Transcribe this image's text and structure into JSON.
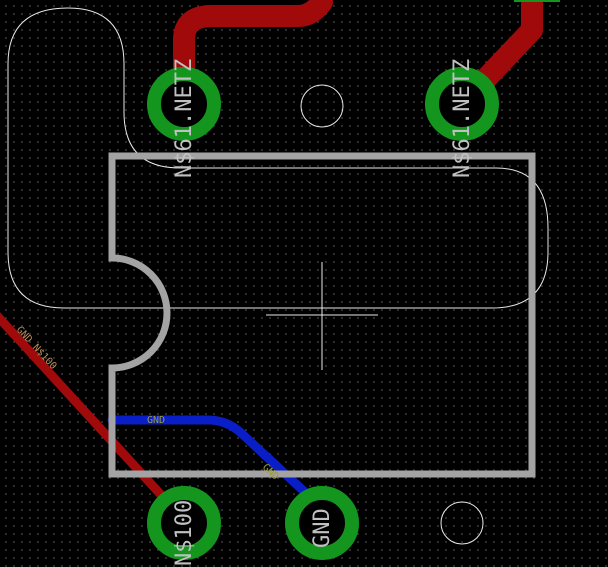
{
  "colors": {
    "background": "#000000",
    "grid_dot": "#3a3a3a",
    "outline": "#e8e8e8",
    "silkscreen": "#a3a3a3",
    "pad_copper": "#14961e",
    "top_trace": "#a00a0a",
    "bottom_trace": "#0a1ec8",
    "top_trace_label": "#b48c5a",
    "bottom_trace_label": "#9a9a3c",
    "pad_label": "#c0c0c0"
  },
  "pads": [
    {
      "id": "pad-top-left",
      "label": "N$61.NETZ"
    },
    {
      "id": "pad-top-right",
      "label": "N$61.NETZ"
    },
    {
      "id": "pad-bottom-left",
      "label": "N$100"
    },
    {
      "id": "pad-bottom-middle",
      "label": "GND"
    }
  ],
  "trace_labels": {
    "diagonal_top": "GND   N$100",
    "bottom_horizontal": "GND",
    "bottom_diagonal": "GND"
  },
  "icons": {
    "origin": "crosshair-icon"
  }
}
